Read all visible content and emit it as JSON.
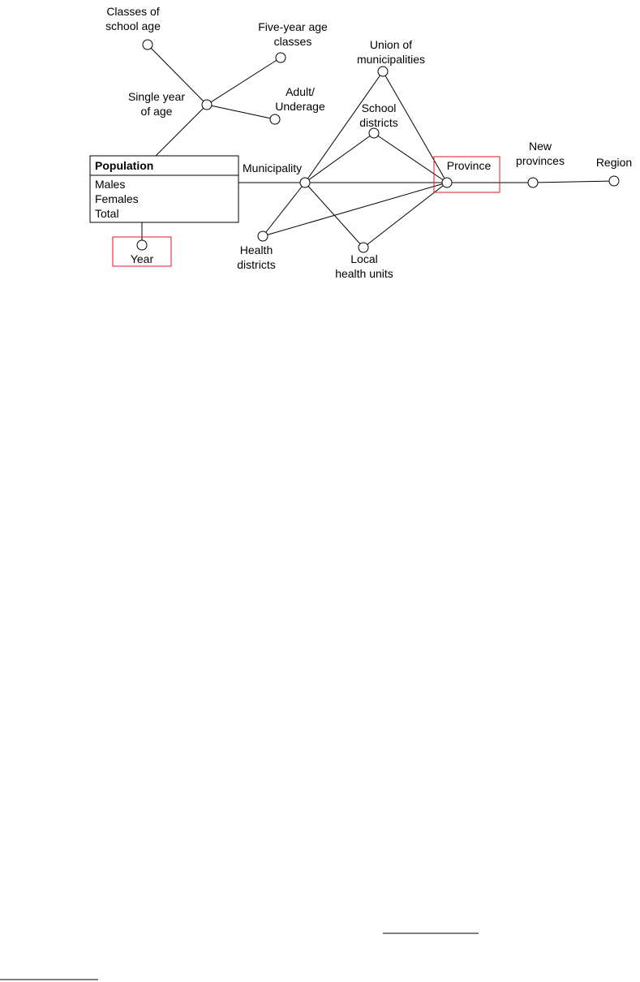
{
  "fact": {
    "title": "Population",
    "measures": [
      "Males",
      "Females",
      "Total"
    ]
  },
  "dimensions": {
    "year": "Year",
    "single_year_of_age": [
      "Single year",
      "of age"
    ],
    "classes_of_school_age": [
      "Classes of",
      "school age"
    ],
    "five_year_age_classes": [
      "Five-year age",
      "classes"
    ],
    "adult_underage": [
      "Adult/",
      "Underage"
    ],
    "municipality": "Municipality",
    "union_of_municipalities": [
      "Union of",
      "municipalities"
    ],
    "school_districts": [
      "School",
      "districts"
    ],
    "health_districts": [
      "Health",
      "districts"
    ],
    "local_health_units": [
      "Local",
      "health units"
    ],
    "province": "Province",
    "new_provinces": [
      "New",
      "provinces"
    ],
    "region": "Region"
  },
  "colors": {
    "highlight": "#e0181e",
    "ink": "#000000"
  }
}
